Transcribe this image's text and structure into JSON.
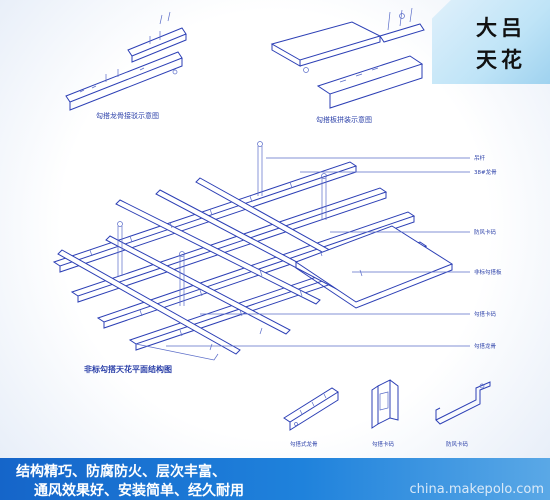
{
  "brand": {
    "line1": "大吕",
    "line2": "天花"
  },
  "captions": {
    "keel_connection": "勾搭龙骨接驳示意图",
    "panel_assembly": "勾搭板拼装示意图",
    "plan_title": "非标勾搭天花平面结构图",
    "part_keel": "勾搭式龙骨",
    "part_hook_clip": "勾搭卡码",
    "part_wind_clip": "防风卡码"
  },
  "callouts": {
    "hanger_rod": "吊杆",
    "main_keel": "38#龙骨",
    "wind_clip": "防风卡码",
    "panel": "非标勾搭板",
    "hook_clip": "勾搭卡码",
    "hook_keel": "勾搭龙骨"
  },
  "slogan": {
    "line1": "结构精巧、防腐防火、层次丰富、",
    "line2": "通风效果好、安装简单、经久耐用"
  },
  "watermark": "china.makepolo.com",
  "colors": {
    "line": "#2c3fb5",
    "caption_bar": "#1f82dc",
    "badge": "#bfe4f7"
  }
}
